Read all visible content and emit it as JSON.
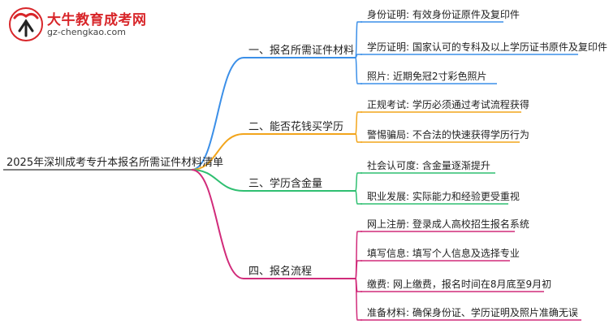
{
  "logo": {
    "name": "大牛教育成考网",
    "url": "gz-chengkao.com"
  },
  "root": {
    "label": "2025年深圳成考专升本报名所需证件材料清单"
  },
  "colors": {
    "root_line": "#555555",
    "branch_1": "#3b8fe8",
    "branch_2": "#f2a51c",
    "branch_3": "#2fbf71",
    "branch_4": "#d12b7a",
    "logo_red": "#d8262a"
  },
  "branches": [
    {
      "label": "一、报名所需证件材料",
      "leaves": [
        "身份证明: 有效身份证原件及复印件",
        "学历证明: 国家认可的专科及以上学历证书原件及复印件",
        "照片: 近期免冠2寸彩色照片"
      ]
    },
    {
      "label": "二、能否花钱买学历",
      "leaves": [
        "正规考试: 学历必须通过考试流程获得",
        "警惕骗局: 不合法的快速获得学历行为"
      ]
    },
    {
      "label": "三、学历含金量",
      "leaves": [
        "社会认可度: 含金量逐渐提升",
        "职业发展: 实际能力和经验更受重视"
      ]
    },
    {
      "label": "四、报名流程",
      "leaves": [
        "网上注册: 登录成人高校招生报名系统",
        "填写信息: 填写个人信息及选择专业",
        "缴费: 网上缴费，报名时间在8月底至9月初",
        "准备材料: 确保身份证、学历证明及照片准确无误"
      ]
    }
  ]
}
